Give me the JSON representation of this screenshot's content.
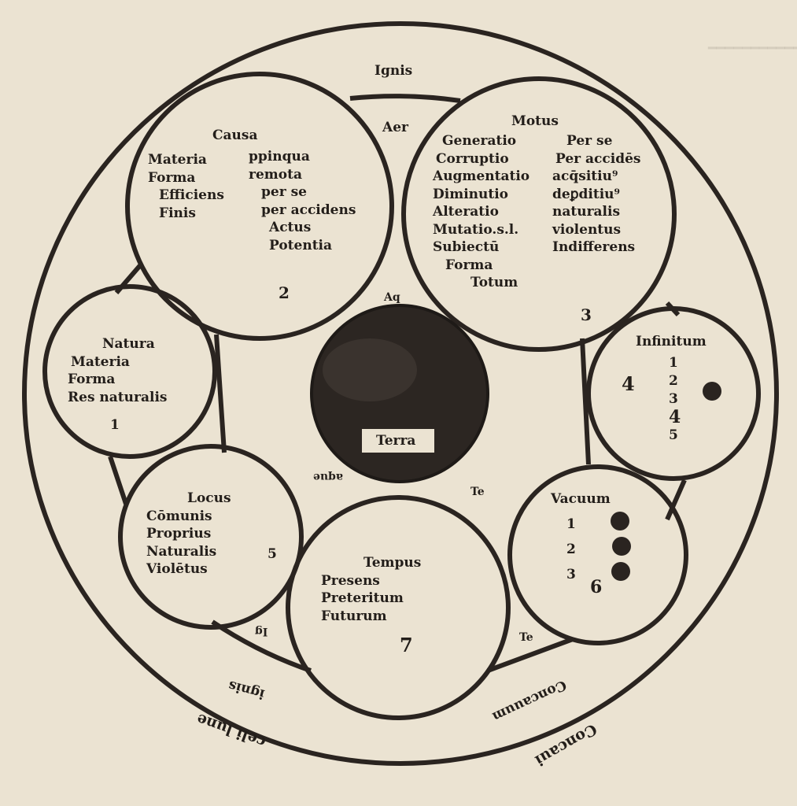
{
  "outer_ring": {
    "top": "Ignis",
    "bottom_left": "celi lune",
    "bottom_right": "Concaui",
    "inner_bottom_left": "ignis",
    "inner_bottom_right": "Concauum"
  },
  "small_labels": {
    "aer": "Aer",
    "aqua_top": "Aq",
    "aque": "aque",
    "terra_mark_right": "Te",
    "ignis_mark": "Ig",
    "terra_mark_bottom": "Te"
  },
  "center": {
    "label": "Terra"
  },
  "circles": {
    "causa": {
      "title": "Causa",
      "left": [
        "Materia",
        "Forma",
        "Efficiens",
        "Finis"
      ],
      "right": [
        "ppinqua",
        "remota",
        "per se",
        "per accidens",
        "Actus",
        "Potentia"
      ],
      "number": "2"
    },
    "motus": {
      "title": "Motus",
      "left": [
        "Generatio",
        "Corruptio",
        "Augmentatio",
        "Diminutio",
        "Alteratio",
        "Mutatio.s.l.",
        "Subiectū",
        "Forma",
        "Totum"
      ],
      "right": [
        "Per se",
        "Per accidēs",
        "acq̄sitiu⁹",
        "deꝑditiu⁹",
        "naturalis",
        "violentus",
        "Indifferens"
      ],
      "number": "3"
    },
    "natura": {
      "lines": [
        "Natura",
        "Materia",
        "Forma",
        "Res naturalis"
      ],
      "number": "1"
    },
    "infinitum": {
      "title": "Infinitum",
      "numbers": [
        "1",
        "2",
        "3",
        "4",
        "5"
      ],
      "big_number": "4"
    },
    "locus": {
      "lines": [
        "Locus",
        "Cōmunis",
        "Proprius",
        "Naturalis",
        "Violētus"
      ],
      "number": "5"
    },
    "vacuum": {
      "title": "Vacuum",
      "numbers": [
        "1",
        "2",
        "3"
      ],
      "big_number": "6"
    },
    "tempus": {
      "lines": [
        "Tempus",
        "Presens",
        "Preteritum",
        "Futurum"
      ],
      "number": "7"
    }
  },
  "colors": {
    "ink": "#231e1a",
    "paper": "#ebe3d2"
  }
}
